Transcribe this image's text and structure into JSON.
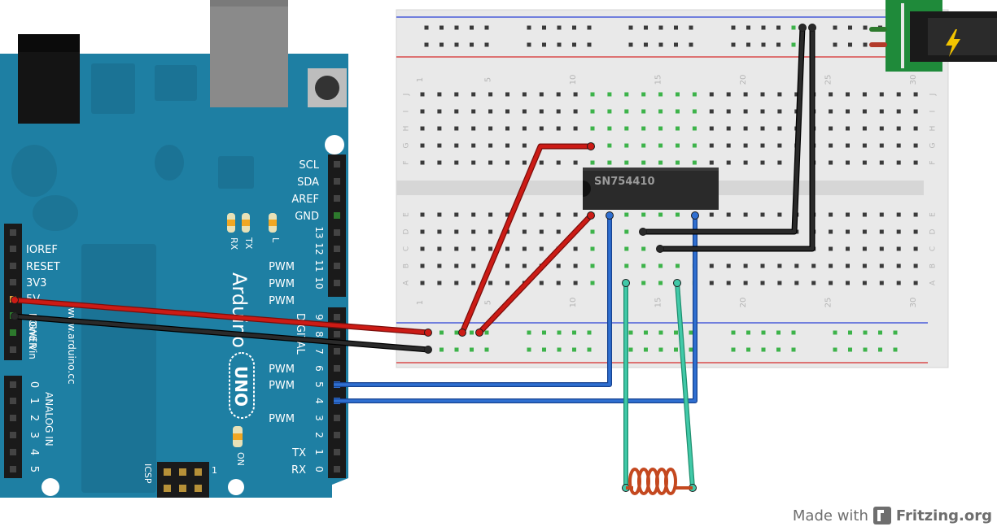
{
  "arduino": {
    "model": "Arduino",
    "badge": "UNO",
    "url": "www.arduino.cc",
    "power_header": [
      "IOREF",
      "RESET",
      "3V3",
      "5V",
      "Gnd",
      "Gnd",
      "Vin"
    ],
    "power_group_label": "POWER",
    "analog_label": "ANALOG IN",
    "analog_pins": [
      "0",
      "1",
      "2",
      "3",
      "4",
      "5"
    ],
    "digital_label": "DIGITAL",
    "top_header": [
      "SCL",
      "SDA",
      "AREF",
      "GND"
    ],
    "digital_pins": [
      "13",
      "12",
      "11",
      "10",
      "9",
      "8",
      "7",
      "6",
      "5",
      "4",
      "3",
      "2",
      "1",
      "0"
    ],
    "pwm_label": "PWM",
    "tx_label": "TX",
    "rx_label": "RX",
    "led_labels": [
      "RX",
      "TX",
      "L",
      "ON"
    ],
    "icsp_label": "ICSP",
    "icsp_pin1": "1",
    "colors": {
      "board": "#1e7fa3",
      "board_dark": "#16698a"
    }
  },
  "breadboard": {
    "column_numbers": [
      "1",
      "5",
      "10",
      "15",
      "20",
      "25",
      "30"
    ],
    "row_letters_top": [
      "J",
      "I",
      "H",
      "G",
      "F"
    ],
    "row_letters_bottom": [
      "E",
      "D",
      "C",
      "B",
      "A"
    ],
    "colors": {
      "body": "#e8e8e8",
      "rail_red": "#d62b2b",
      "rail_blue": "#2a40d6",
      "hole": "#3a3a3a",
      "hole_active": "#3db34a"
    }
  },
  "ic": {
    "label": "SN754410",
    "color": "#2a2a2a"
  },
  "wires": {
    "red": "#cc1b15",
    "black": "#1a1a1a",
    "blue": "#2f6fd1",
    "green": "#41c9a8"
  },
  "coil": {
    "color": "#c4481f",
    "turns": 5
  },
  "footer": {
    "made_with": "Made with",
    "brand": "Fritzing.org"
  }
}
